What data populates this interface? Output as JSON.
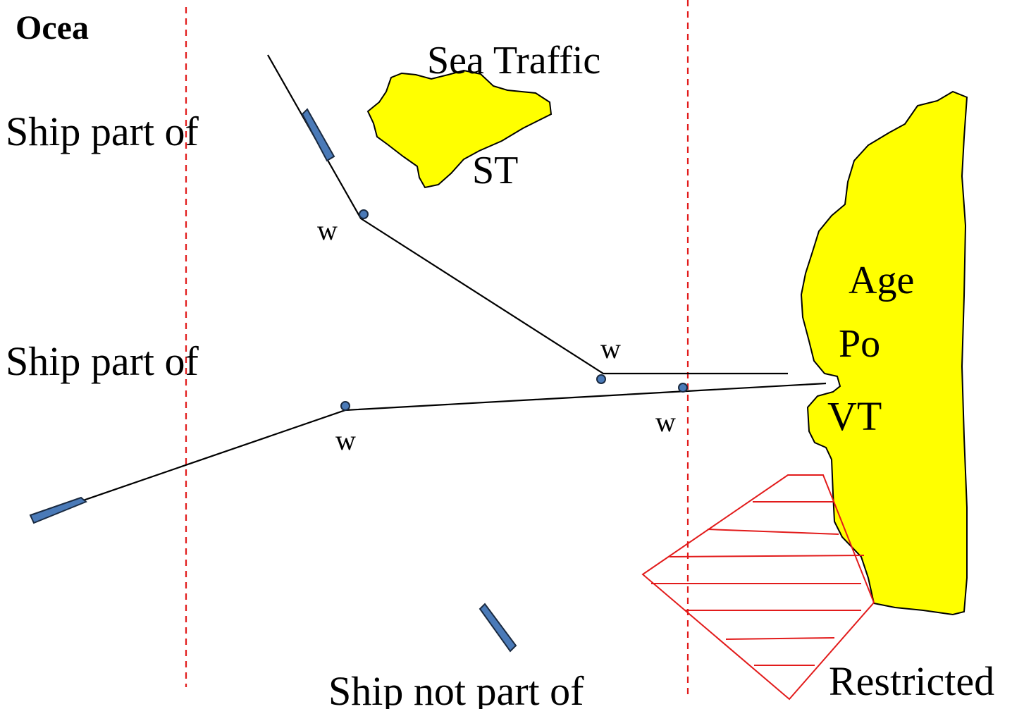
{
  "labels": {
    "ocean": "Ocea",
    "ship_part_of_1": "Ship part of",
    "ship_part_of_2": "Ship part of",
    "sea_traffic": "Sea Traffic",
    "st": "ST",
    "agent_line1": "Age",
    "agent_line2": "Po",
    "vt": "VT",
    "ship_not_part_of": "Ship not part of",
    "restricted": "Restricted",
    "waypoint": "w"
  },
  "colors": {
    "land": "#ffff00",
    "ship": "#4a7ab8",
    "zone_line": "#e21b1b",
    "restricted": "#e21b1b",
    "route": "#000000"
  },
  "icons": {
    "ship": "ship-icon",
    "waypoint": "waypoint-marker-icon"
  }
}
